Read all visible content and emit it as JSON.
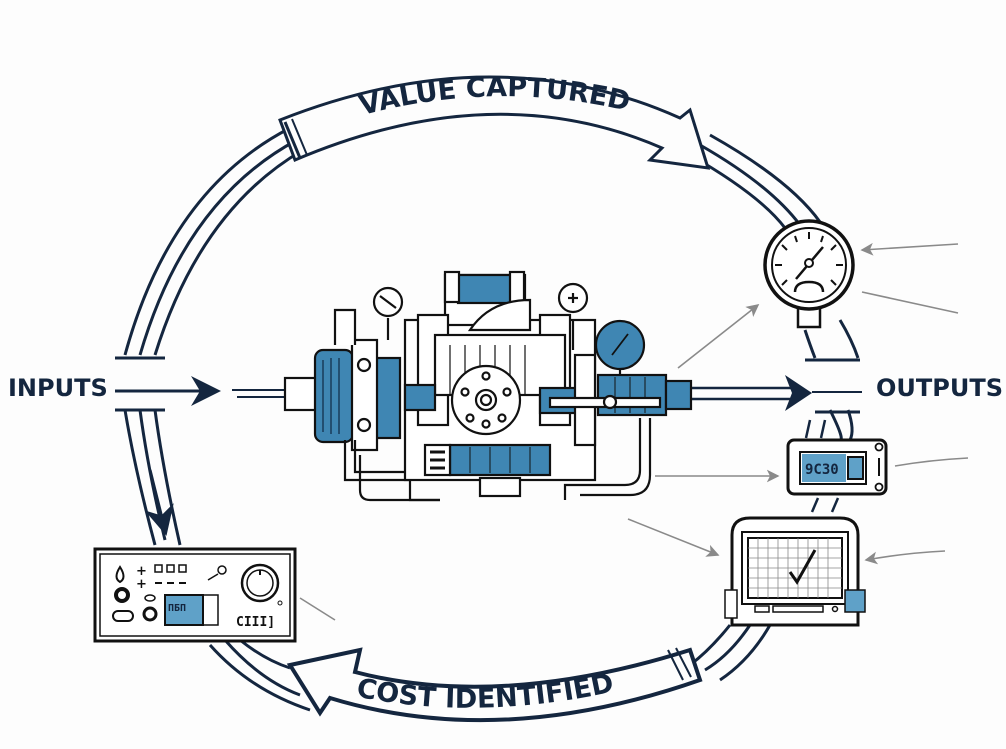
{
  "diagram": {
    "title_top": "VALUE CAPTURED",
    "title_bottom": "COST IDENTIFIED",
    "input_label": "INPUTS",
    "output_label": "OUTPUTS",
    "digital_display": {
      "readout": "9C30"
    },
    "control_panel": {
      "readout": "ПБП",
      "button_legend": "CIII]"
    },
    "colors": {
      "navy": "#14263f",
      "accent_blue": "#3f86b3",
      "light_blue": "#5fa1c8",
      "line_gray": "#8a8a8a",
      "background": "#fdfdfd"
    }
  }
}
